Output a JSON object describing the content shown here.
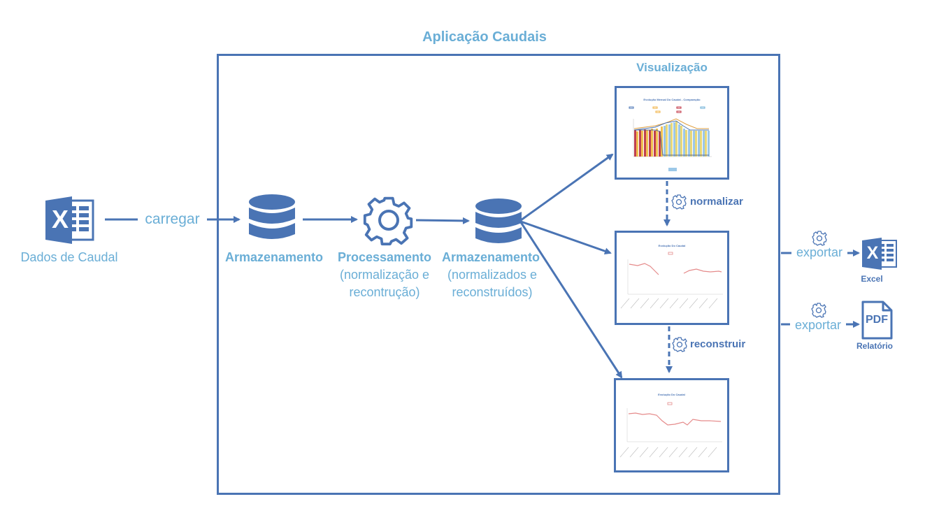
{
  "app_title": "Aplicação Caudais",
  "visualization_title": "Visualização",
  "source": {
    "label": "Dados de Caudal",
    "icon": "excel-icon"
  },
  "load_label": "carregar",
  "storage1": {
    "title": "Armazenamento",
    "icon": "database-icon"
  },
  "processing": {
    "title": "Processamento",
    "subtitle_line1": "(normalização e",
    "subtitle_line2": "recontrução)",
    "icon": "gear-icon"
  },
  "storage2": {
    "title": "Armazenamento",
    "subtitle_line1": "(normalizados e",
    "subtitle_line2": "reconstruídos)",
    "icon": "database-icon"
  },
  "normalize_label": "normalizar",
  "reconstruct_label": "reconstruir",
  "exports": [
    {
      "action": "exportar",
      "target": "Excel",
      "icon": "excel-icon"
    },
    {
      "action": "exportar",
      "target": "Relatório",
      "icon": "pdf-icon"
    }
  ],
  "pdf_glyph": "PDF",
  "excel_glyph": "X",
  "charts": {
    "chart1": {
      "title": "Evolução Mensal Do Caudal - Comparação"
    },
    "chart2": {
      "title": "Evolução Do Caudal"
    },
    "chart3": {
      "title": "Evolução Do Caudal"
    }
  },
  "colors": {
    "primary": "#4a74b4",
    "light": "#6aaed6",
    "series_red": "#e58a8a"
  }
}
